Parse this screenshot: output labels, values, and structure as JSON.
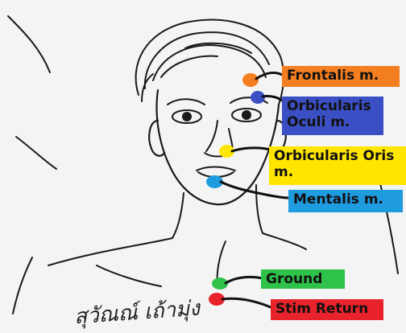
{
  "labels": {
    "frontalis": "Frontalis m.",
    "orbicularis_oculi_line1": "Orbicularis",
    "orbicularis_oculi_line2": "Oculi m.",
    "orbicularis_oris_line1": "Orbicularis Oris",
    "orbicularis_oris_line2": "m.",
    "mentalis": "Mentalis m.",
    "ground": "Ground",
    "stim_return": "Stim Return"
  },
  "signature_text": "สุวัณณ์ เถ้ามุ่ง",
  "colors": {
    "frontalis": "#f47f20",
    "orbicularis_oculi": "#3b4fc4",
    "orbicularis_oris": "#ffe600",
    "mentalis": "#1f9be0",
    "ground": "#2ec24a",
    "stim_return": "#e8232b",
    "sketch": "#1a1a1a",
    "background": "#f4f4f4"
  }
}
